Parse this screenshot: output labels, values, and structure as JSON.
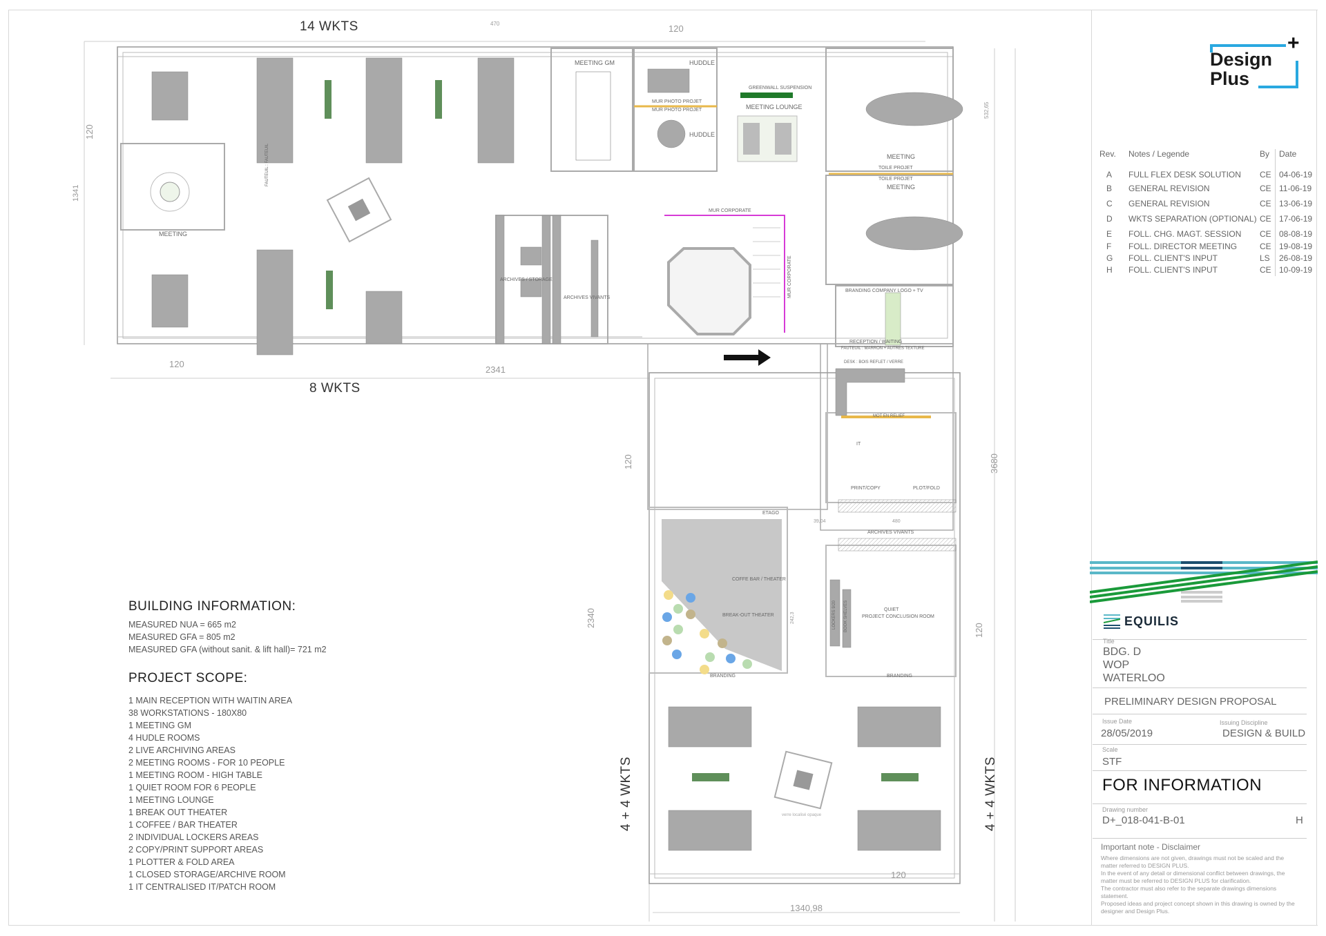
{
  "drawing": {
    "wkts_labels": {
      "top": "14 WKTS",
      "bottom_left": "8 WKTS",
      "left_vertical": "4 + 4 WKTS",
      "right_vertical": "4 + 4 WKTS"
    },
    "dimensions": {
      "top_120": "120",
      "top_470": "470",
      "left_120": "120",
      "left_1341": "1341",
      "bottom_120": "120",
      "bottom_2341": "2341",
      "mid_120": "120",
      "mid_2340": "2340",
      "right_3680": "3680",
      "right_120": "120",
      "right_5326": "532,65",
      "south_120": "120",
      "south_134098": "1340,98",
      "arch_3904": "39,04",
      "arch_480": "480",
      "break_2423": "242,3"
    },
    "rooms": {
      "meeting_gm": "MEETING GM",
      "huddle_1": "HUDDLE",
      "huddle_2": "HUDDLE",
      "meeting_lounge": "MEETING LOUNGE",
      "meeting_1": "MEETING",
      "meeting_2": "MEETING",
      "toile_projet_1": "TOILE PROJET",
      "toile_projet_2": "TOILE PROJET",
      "mur_photo_1": "MUR PHOTO PROJET",
      "mur_photo_2": "MUR PHOTO PROJET",
      "greenwall": "GREENWALL SUSPENSION",
      "meeting_round": "MEETING",
      "archives_storage": "ARCHIVES / STORAGE",
      "archives_vivants_1": "ARCHIVES VIVANTS",
      "mur_corporate_h": "MUR CORPORATE",
      "mur_corporate_v": "MUR CORPORATE",
      "reception": "RECEPTION / WAITING",
      "branding_logo": "BRANDING COMPANY LOGO + TV",
      "fauteuil": "FAUTEUIL : MARRON + AUTRES TEXTURE",
      "desk": "DESK : BOIS REFLET / VERRE",
      "mot_en_relief": "MOT EN RELIEF",
      "it": "IT",
      "print_copy": "PRINT/COPY",
      "plot_fold": "PLOT/FOLD",
      "archives_vivants_2": "ARCHIVES VIVANTS",
      "coffee_bar": "COFFE BAR / THEATER",
      "break_out": "BREAK-OUT THEATER",
      "quiet": "QUIET",
      "project_conclusion": "PROJECT CONCLUSION ROOM",
      "lockers": "LOCKERS 9/20",
      "book_shelves": "BOOK SHELVES",
      "branding_left": "BRANDING",
      "branding_right": "BRANDING",
      "etago": "ETAGO",
      "fauteuil_vertical": "FAUTEUIL : FAUTEUIL",
      "verre_opaque": "verre localisé opaque"
    }
  },
  "building_information": {
    "title": "BUILDING INFORMATION:",
    "rows": [
      "MEASURED NUA = 665 m2",
      "MEASURED GFA = 805 m2",
      "MEASURED GFA (without sanit. & lift hall)= 721 m2"
    ]
  },
  "project_scope": {
    "title": "PROJECT SCOPE:",
    "items": [
      "1 MAIN RECEPTION WITH WAITIN AREA",
      "38 WORKSTATIONS - 180X80",
      "1 MEETING GM",
      "4 HUDLE ROOMS",
      "2 LIVE ARCHIVING AREAS",
      "2 MEETING ROOMS - FOR 10 PEOPLE",
      "1 MEETING ROOM - HIGH TABLE",
      "1 QUIET ROOM FOR 6 PEOPLE",
      "1 MEETING LOUNGE",
      "1  BREAK OUT THEATER",
      "1  COFFEE / BAR THEATER",
      "2  INDIVIDUAL LOCKERS AREAS",
      "2 COPY/PRINT SUPPORT AREAS",
      "1 PLOTTER & FOLD AREA",
      "1 CLOSED STORAGE/ARCHIVE ROOM",
      "1 IT CENTRALISED IT/PATCH ROOM"
    ]
  },
  "title_block": {
    "logo": {
      "line1": "Design",
      "line2": "Plus",
      "plus": "+",
      "accent": "#29a8e0"
    },
    "revisions": {
      "headers": {
        "rev": "Rev.",
        "notes": "Notes / Legende",
        "by": "By",
        "date": "Date"
      },
      "rows": [
        {
          "rev": "A",
          "notes": "FULL FLEX DESK SOLUTION",
          "by": "CE",
          "date": "04-06-19"
        },
        {
          "rev": "B",
          "notes": "GENERAL REVISION",
          "by": "CE",
          "date": "11-06-19"
        },
        {
          "rev": "C",
          "notes": "GENERAL REVISION",
          "by": "CE",
          "date": "13-06-19"
        },
        {
          "rev": "D",
          "notes": "WKTS SEPARATION (OPTIONAL)",
          "by": "CE",
          "date": "17-06-19"
        },
        {
          "rev": "E",
          "notes": "FOLL. CHG. MAGT. SESSION",
          "by": "CE",
          "date": "08-08-19"
        },
        {
          "rev": "F",
          "notes": "FOLL. DIRECTOR MEETING",
          "by": "CE",
          "date": "19-08-19"
        },
        {
          "rev": "G",
          "notes": "FOLL. CLIENT'S INPUT",
          "by": "LS",
          "date": "26-08-19"
        },
        {
          "rev": "H",
          "notes": "FOLL. CLIENT'S INPUT",
          "by": "CE",
          "date": "10-09-19"
        }
      ]
    },
    "client": "EQUILIS",
    "title_caption": "Title",
    "title_lines": [
      "BDG. D",
      "WOP",
      "WATERLOO"
    ],
    "phase": "PRELIMINARY DESIGN PROPOSAL",
    "issue_date_caption": "Issue Date",
    "issue_date": "28/05/2019",
    "discipline_caption": "Issuing Discipline",
    "discipline": "DESIGN  &  BUILD",
    "scale_caption": "Scale",
    "scale": "STF",
    "status": "FOR INFORMATION",
    "drawing_number_caption": "Drawing number",
    "drawing_number": "D+_018-041-B-01",
    "drawing_rev": "H",
    "disclaimer_title": "Important note - Disclaimer",
    "disclaimer_lines": [
      "Where dimensions are not given, drawings must not be scaled and the",
      "matter referred to DESIGN PLUS.",
      "In the event of any detail or dimensional conflict between drawings, the",
      "matter must be referred to DESIGN PLUS for clarification.",
      "The contractor must also refer to the separate drawings dimensions",
      "statement.",
      "Proposed ideas and project concept shown in this drawing is owned by the",
      "designer and Design Plus."
    ],
    "colors": {
      "stripe_teal": "#5ab8c8",
      "stripe_navy": "#1d4f6e",
      "stripe_green": "#1a9a3a",
      "highlight_magenta": "#d63ad6",
      "highlight_amber": "#e8b84a"
    }
  }
}
